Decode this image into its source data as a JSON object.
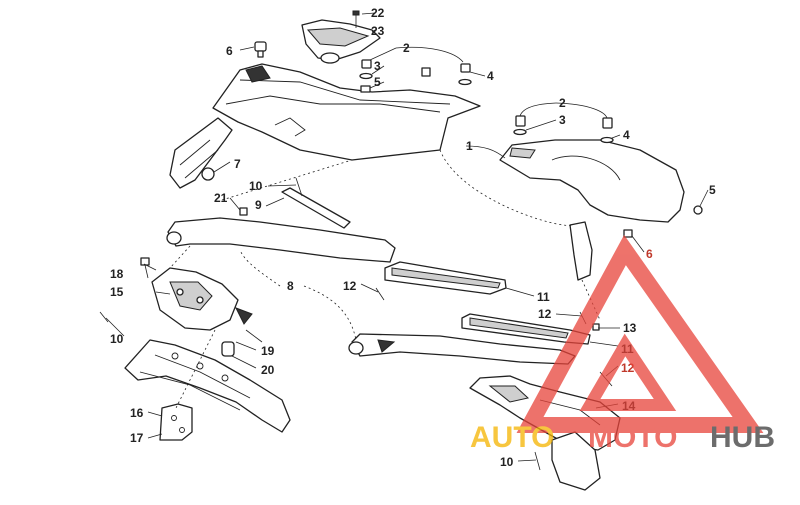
{
  "callouts": [
    "22",
    "23",
    "6",
    "2",
    "3",
    "5",
    "4",
    "7",
    "10",
    "21",
    "9",
    "1",
    "2",
    "3",
    "4",
    "5",
    "6",
    "8",
    "12",
    "11",
    "18",
    "15",
    "10",
    "19",
    "20",
    "12",
    "13",
    "11",
    "12",
    "14",
    "16",
    "17",
    "10"
  ],
  "watermark": {
    "brand_part1": "AUTO",
    "brand_part2": "MOTO",
    "brand_part3": "HUB",
    "color_orange": "#f5b400",
    "color_red": "#e8443a",
    "color_gray": "#3c3c3c"
  }
}
